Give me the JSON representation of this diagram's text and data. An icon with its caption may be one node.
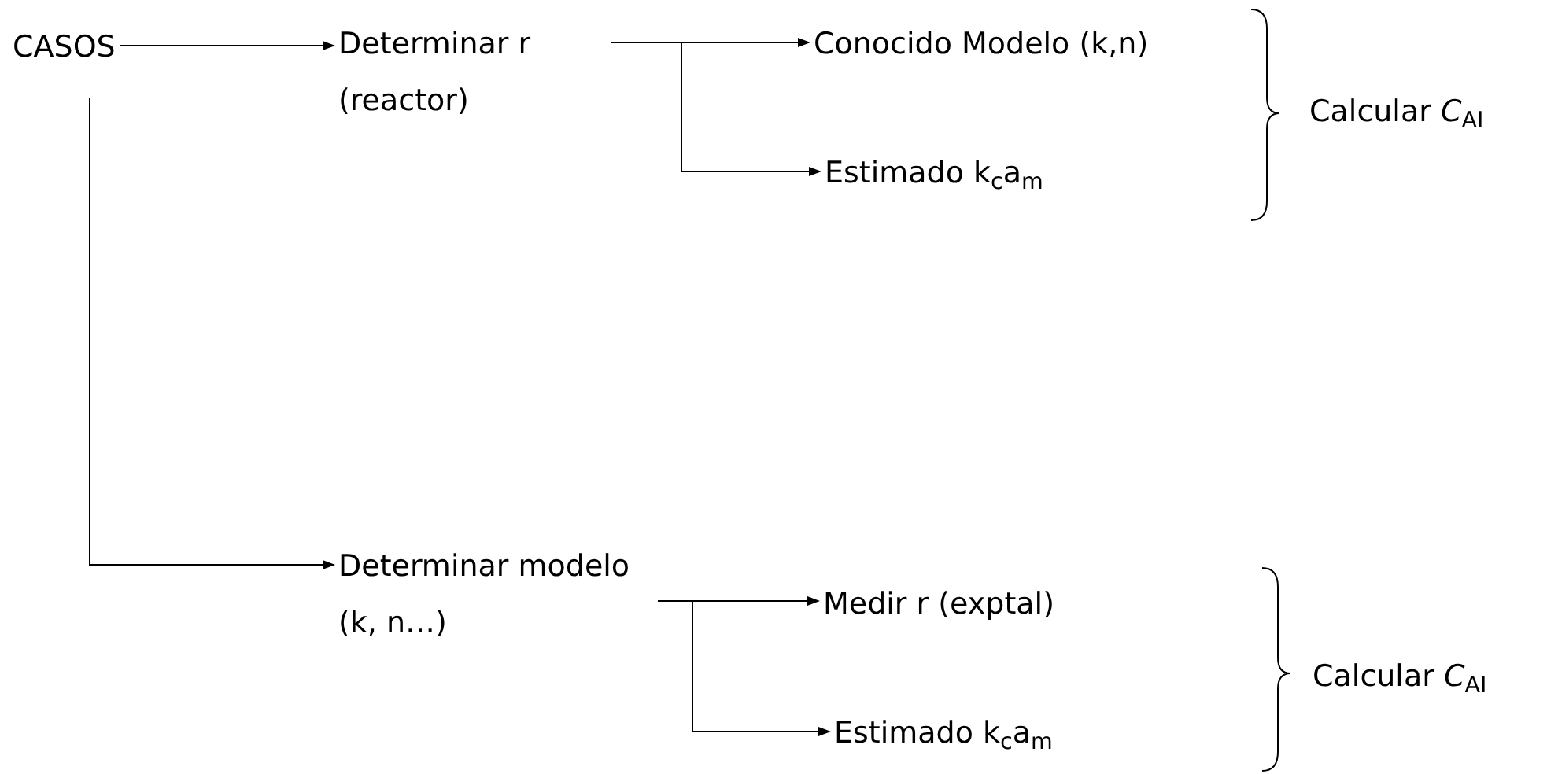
{
  "diagram": {
    "nodes": [
      {
        "text": [
          "CASOS"
        ]
      },
      {
        "text": [
          "Determinar r (reactor)"
        ]
      },
      {
        "text": [
          "Conocido Modelo (k,n)"
        ]
      },
      {
        "text": [
          "Estimado k$_{c}$a$_{m}$"
        ]
      },
      {
        "text": [
          "Calcular *C*$_{AI}$"
        ]
      },
      {
        "text": [
          "Determinar modelo (k, n…)"
        ]
      },
      {
        "text": [
          "Medir r (exptal)"
        ]
      },
      {
        "text": [
          "Estimado k$_{c}$a$_{m}$"
        ]
      },
      {
        "text": [
          "Calcular *C*$_{AI}$"
        ]
      }
    ],
    "edges": [
      {
        "from": 0,
        "to": 1,
        "arrow": "to"
      },
      {
        "from": 1,
        "to": 2,
        "arrow": "to"
      },
      {
        "from": 1,
        "to": 3,
        "arrow": "to"
      },
      {
        "from": 0,
        "to": 5,
        "arrow": "to"
      },
      {
        "from": 5,
        "to": 6,
        "arrow": "to"
      },
      {
        "from": 5,
        "to": 7,
        "arrow": "to"
      }
    ]
  }
}
